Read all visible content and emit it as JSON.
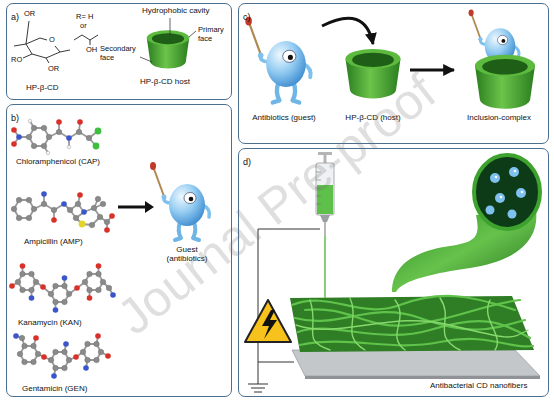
{
  "diagram": {
    "nodes": [
      {
        "text": [
          "a)"
        ]
      },
      {
        "text": [
          "b)"
        ]
      },
      {
        "text": [
          "c)"
        ]
      },
      {
        "text": [
          "d)"
        ]
      },
      {
        "text": [
          "Antibiotics (guest)"
        ],
        "in": 2
      },
      {
        "text": [
          "HP-β-CD (host)"
        ],
        "in": 2
      },
      {
        "text": [
          "Inclusion-complex"
        ],
        "in": 2
      }
    ],
    "edges": [
      {
        "from": 4,
        "to": 5,
        "arrow": "to"
      },
      {
        "from": 5,
        "to": 6,
        "arrow": "to"
      }
    ],
    "labels": [
      "OR",
      "O",
      "RO",
      "OR",
      "R= H",
      "or",
      "OH",
      "HP-β-CD",
      "Hydrophobic cavity",
      "Secondary face",
      "Primary face",
      "HP-β-CD host",
      "Chloramphenicol (CAP)",
      "Ampicillin (AMP)",
      "Guest (antibiotics)",
      "Kanamycin (KAN)",
      "Gentamicin (GEN)",
      "Antibacterial CD nanofibers",
      "Journal Pre-proof"
    ]
  }
}
